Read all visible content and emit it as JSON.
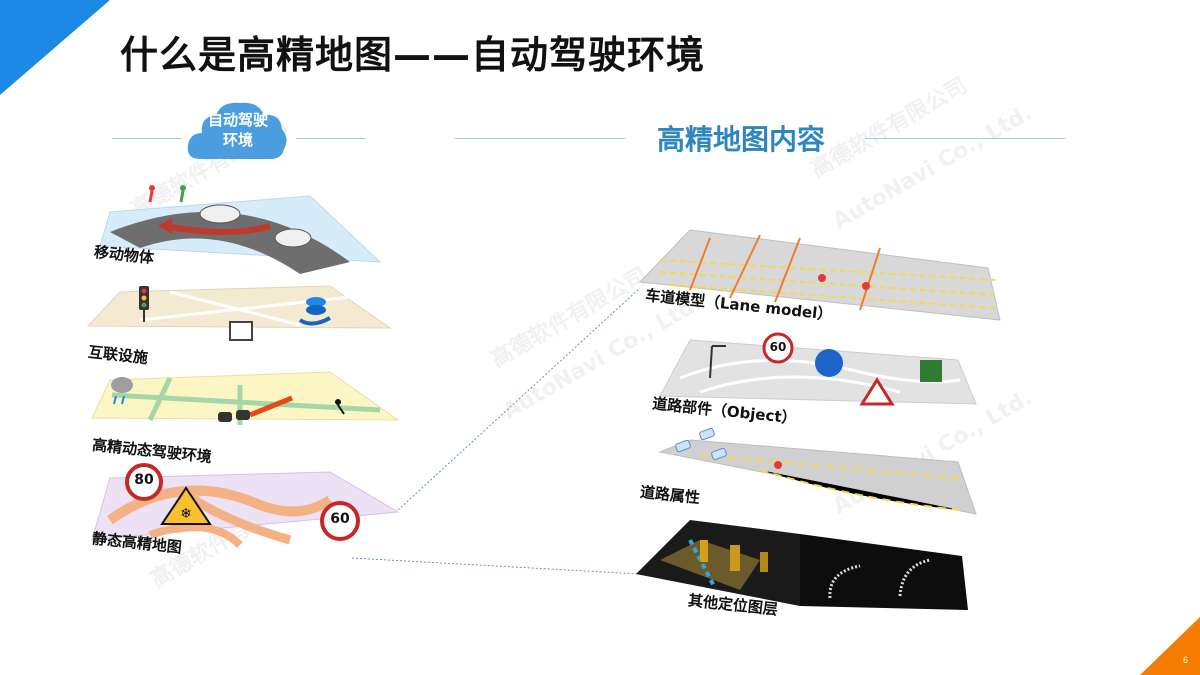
{
  "title": "什么是高精地图——自动驾驶环境",
  "left_section": {
    "cloud_line1": "自动驾驶",
    "cloud_line2": "环境",
    "layers": [
      "移动物体",
      "互联设施",
      "高精动态驾驶环境",
      "静态高精地图"
    ]
  },
  "right_section": {
    "title": "高精地图内容",
    "layers": [
      "车道模型（Lane model）",
      "道路部件（Object）",
      "道路属性",
      "其他定位图层"
    ]
  },
  "signs": {
    "speed80": "80",
    "speed60": "60",
    "speed60b": "60"
  },
  "watermark": {
    "cn": "高德软件有限公司",
    "en": "AutoNavi Co., Ltd."
  },
  "page_number": "6",
  "colors": {
    "accent_blue": "#1e88e5",
    "title_blue": "#2e86c1",
    "accent_orange": "#f57c00"
  }
}
